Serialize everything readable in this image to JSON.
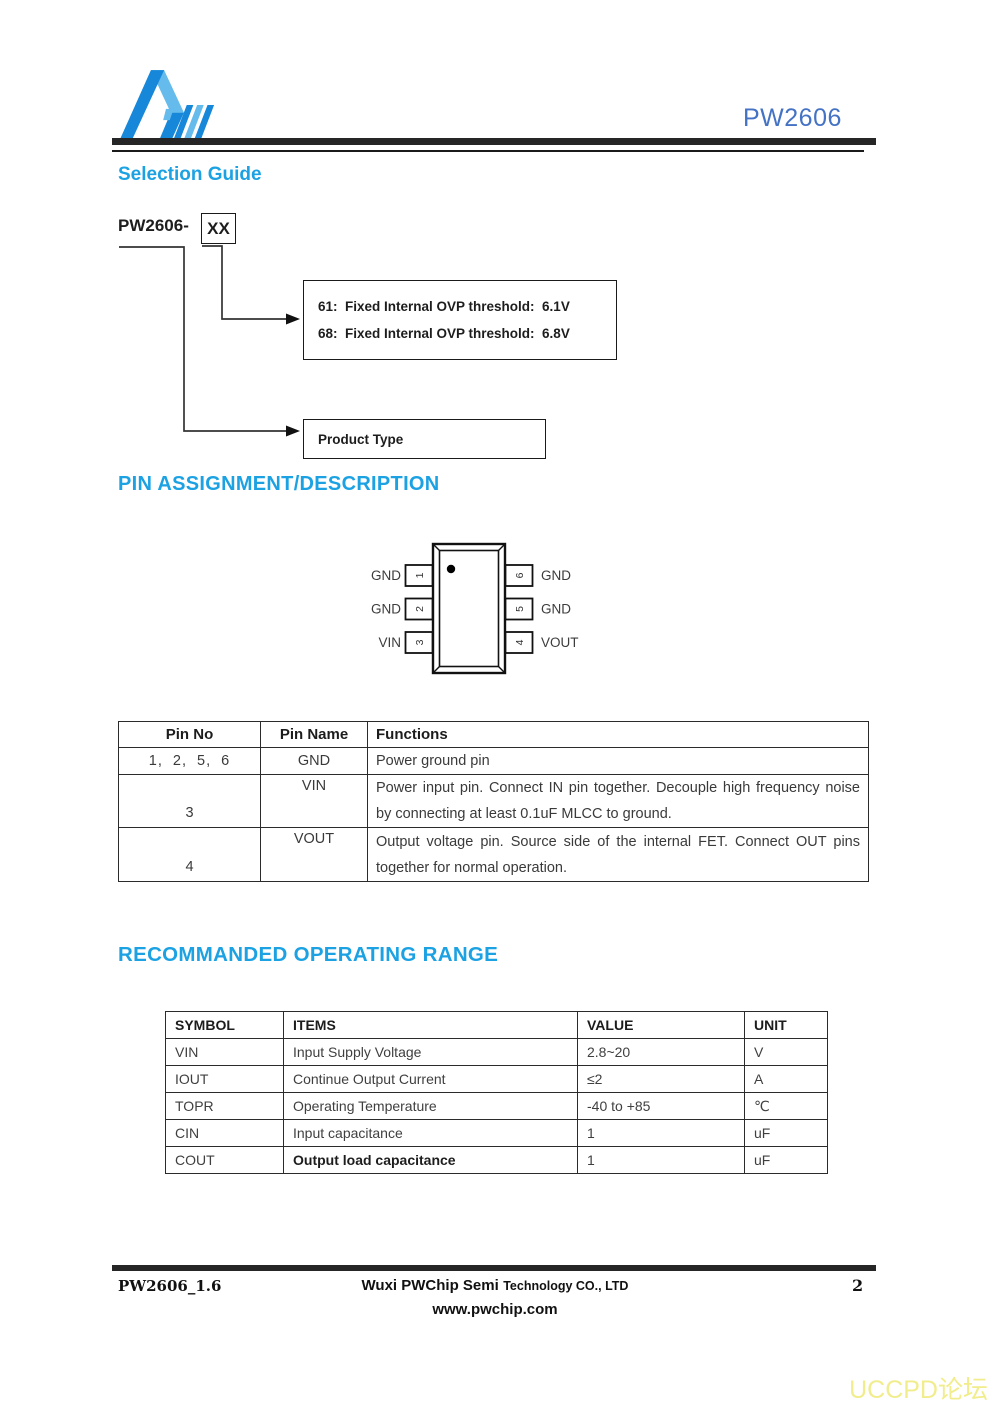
{
  "page": {
    "product_code": "PW2606"
  },
  "headings": {
    "selection_guide": "Selection Guide",
    "pin_assignment": "PIN ASSIGNMENT/DESCRIPTION",
    "operating_range": "RECOMMANDED OPERATING RANGE"
  },
  "selection_guide": {
    "part_prefix": "PW2606-",
    "part_suffix_box": "XX",
    "ovp_options": [
      "61:  Fixed Internal OVP threshold:  6.1V",
      "68:  Fixed Internal OVP threshold:  6.8V"
    ],
    "product_type_label": "Product Type"
  },
  "pin_diagram": {
    "left_pins": [
      {
        "num": "1",
        "name": "GND"
      },
      {
        "num": "2",
        "name": "GND"
      },
      {
        "num": "3",
        "name": "VIN"
      }
    ],
    "right_pins": [
      {
        "num": "6",
        "name": "GND"
      },
      {
        "num": "5",
        "name": "GND"
      },
      {
        "num": "4",
        "name": "VOUT"
      }
    ]
  },
  "pin_table": {
    "headers": [
      "Pin No",
      "Pin Name",
      "Functions"
    ],
    "rows": [
      {
        "pin_no": "1, 2, 5, 6",
        "pin_name": "GND",
        "functions": "Power ground pin"
      },
      {
        "pin_no": "3",
        "pin_name": "VIN",
        "functions": "Power input pin. Connect IN pin together. Decouple high frequency noise by connecting at least 0.1uF MLCC to ground."
      },
      {
        "pin_no": "4",
        "pin_name": "VOUT",
        "functions": "Output voltage pin. Source side of the internal FET. Connect OUT pins together for normal operation."
      }
    ]
  },
  "operating_range_table": {
    "headers": [
      "SYMBOL",
      "ITEMS",
      "VALUE",
      "UNIT"
    ],
    "rows": [
      [
        "VIN",
        "Input Supply Voltage",
        "2.8~20",
        "V"
      ],
      [
        "IOUT",
        "Continue Output Current",
        "≤2",
        "A"
      ],
      [
        "TOPR",
        "Operating Temperature",
        "-40 to +85",
        "℃"
      ],
      [
        "CIN",
        "Input capacitance",
        "1",
        "uF"
      ],
      [
        "COUT",
        "Output load capacitance",
        "1",
        "uF"
      ]
    ]
  },
  "footer": {
    "doc_version": "PW2606_1.6",
    "company_main": "Wuxi PWChip Semi",
    "company_rest": "Technology CO., LTD",
    "website": "www.pwchip.com",
    "page_number": "2"
  },
  "watermark": "UCCPD论坛",
  "colors": {
    "heading_cyan": "#1CA2E3",
    "product_title_blue": "#4472C4",
    "logo_dark_blue": "#1787D9",
    "logo_light_blue": "#65BBEB",
    "watermark_yellow": "#F1ED8C"
  }
}
